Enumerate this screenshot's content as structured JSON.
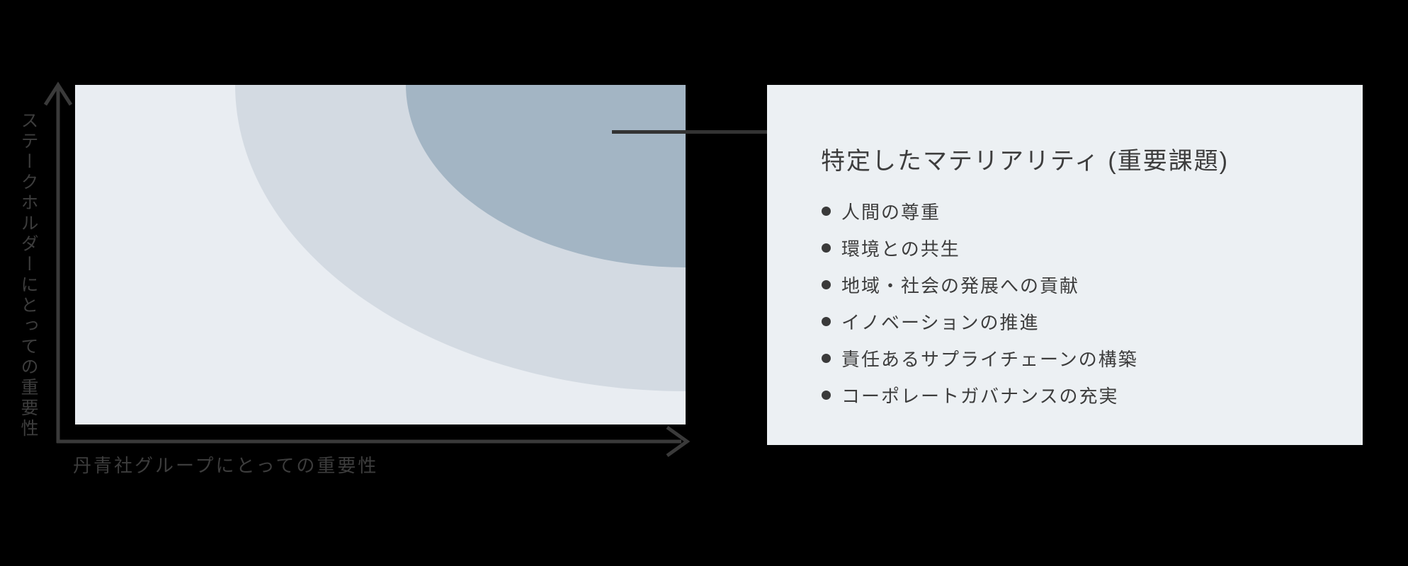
{
  "figure": {
    "type": "materiality-matrix",
    "x_axis_label": "丹青社グループにとっての重要性",
    "y_axis_label": "ステークホルダーにとっての重要性"
  },
  "panel": {
    "title": "特定したマテリアリティ (重要課題)",
    "items": [
      "人間の尊重",
      "環境との共生",
      "地域・社会の発展への貢献",
      "イノベーションの推進",
      "責任あるサプライチェーンの構築",
      "コーポレートガバナンスの充実"
    ]
  },
  "colors": {
    "canvas_bg": "#000000",
    "plot_bg": "#e9edf2",
    "zone_mid": "#d3dae2",
    "zone_high": "#a3b5c4",
    "panel_bg": "#ecf0f3",
    "axis": "#3a3a3a",
    "connector": "#333333",
    "text": "#3d3d3d"
  }
}
